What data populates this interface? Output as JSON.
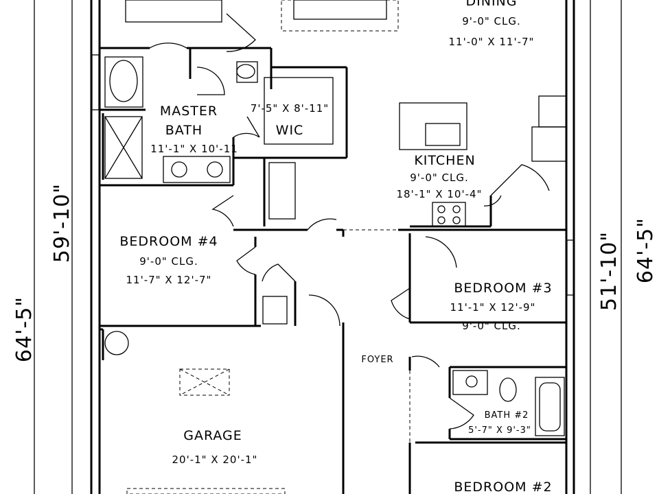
{
  "overall": {
    "left_depth": "64'-5\"",
    "right_depth": "64'-5\"",
    "left_inner_depth": "59'-10\"",
    "right_inner_depth": "51'-10\""
  },
  "rooms": {
    "dining": {
      "name": "DINING",
      "ceiling": "9'-0\" CLG.",
      "size": "11'-0\" X 11'-7\""
    },
    "master_bath": {
      "name_line1": "MASTER",
      "name_line2": "BATH",
      "size": "11'-1\" X 10'-11"
    },
    "wic": {
      "name": "WIC",
      "size": "7'-5\" X 8'-11\""
    },
    "kitchen": {
      "name": "KITCHEN",
      "ceiling": "9'-0\" CLG.",
      "size": "18'-1\" X 10'-4\""
    },
    "bedroom4": {
      "name": "BEDROOM #4",
      "ceiling": "9'-0\" CLG.",
      "size": "11'-7\" X 12'-7\""
    },
    "bedroom3": {
      "name": "BEDROOM #3",
      "size": "11'-1\" X 12'-9\"",
      "ceiling": "9'-0\" CLG."
    },
    "foyer": {
      "name": "FOYER"
    },
    "bath2": {
      "name": "BATH #2",
      "size": "5'-7\" X 9'-3\""
    },
    "garage": {
      "name": "GARAGE",
      "size": "20'-1\" X 20'-1\""
    },
    "bedroom2": {
      "name": "BEDROOM #2"
    }
  }
}
